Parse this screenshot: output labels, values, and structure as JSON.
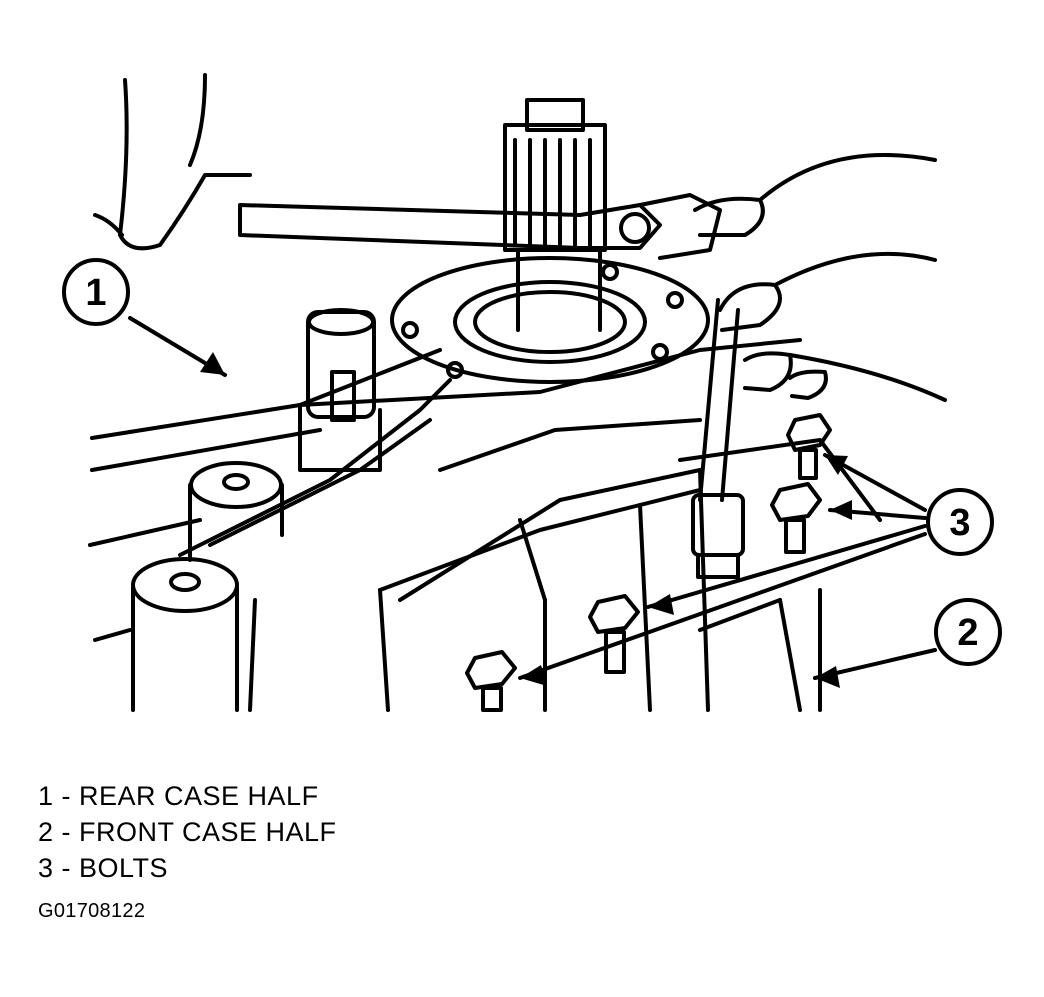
{
  "callouts": [
    {
      "number": "1",
      "label": "REAR CASE HALF"
    },
    {
      "number": "2",
      "label": "FRONT CASE HALF"
    },
    {
      "number": "3",
      "label": "BOLTS"
    }
  ],
  "legend": [
    "1 - REAR CASE HALF",
    "2 - FRONT CASE HALF",
    "3 - BOLTS"
  ],
  "figure_id": "G01708122",
  "colors": {
    "ink": "#000000",
    "paper": "#ffffff"
  }
}
